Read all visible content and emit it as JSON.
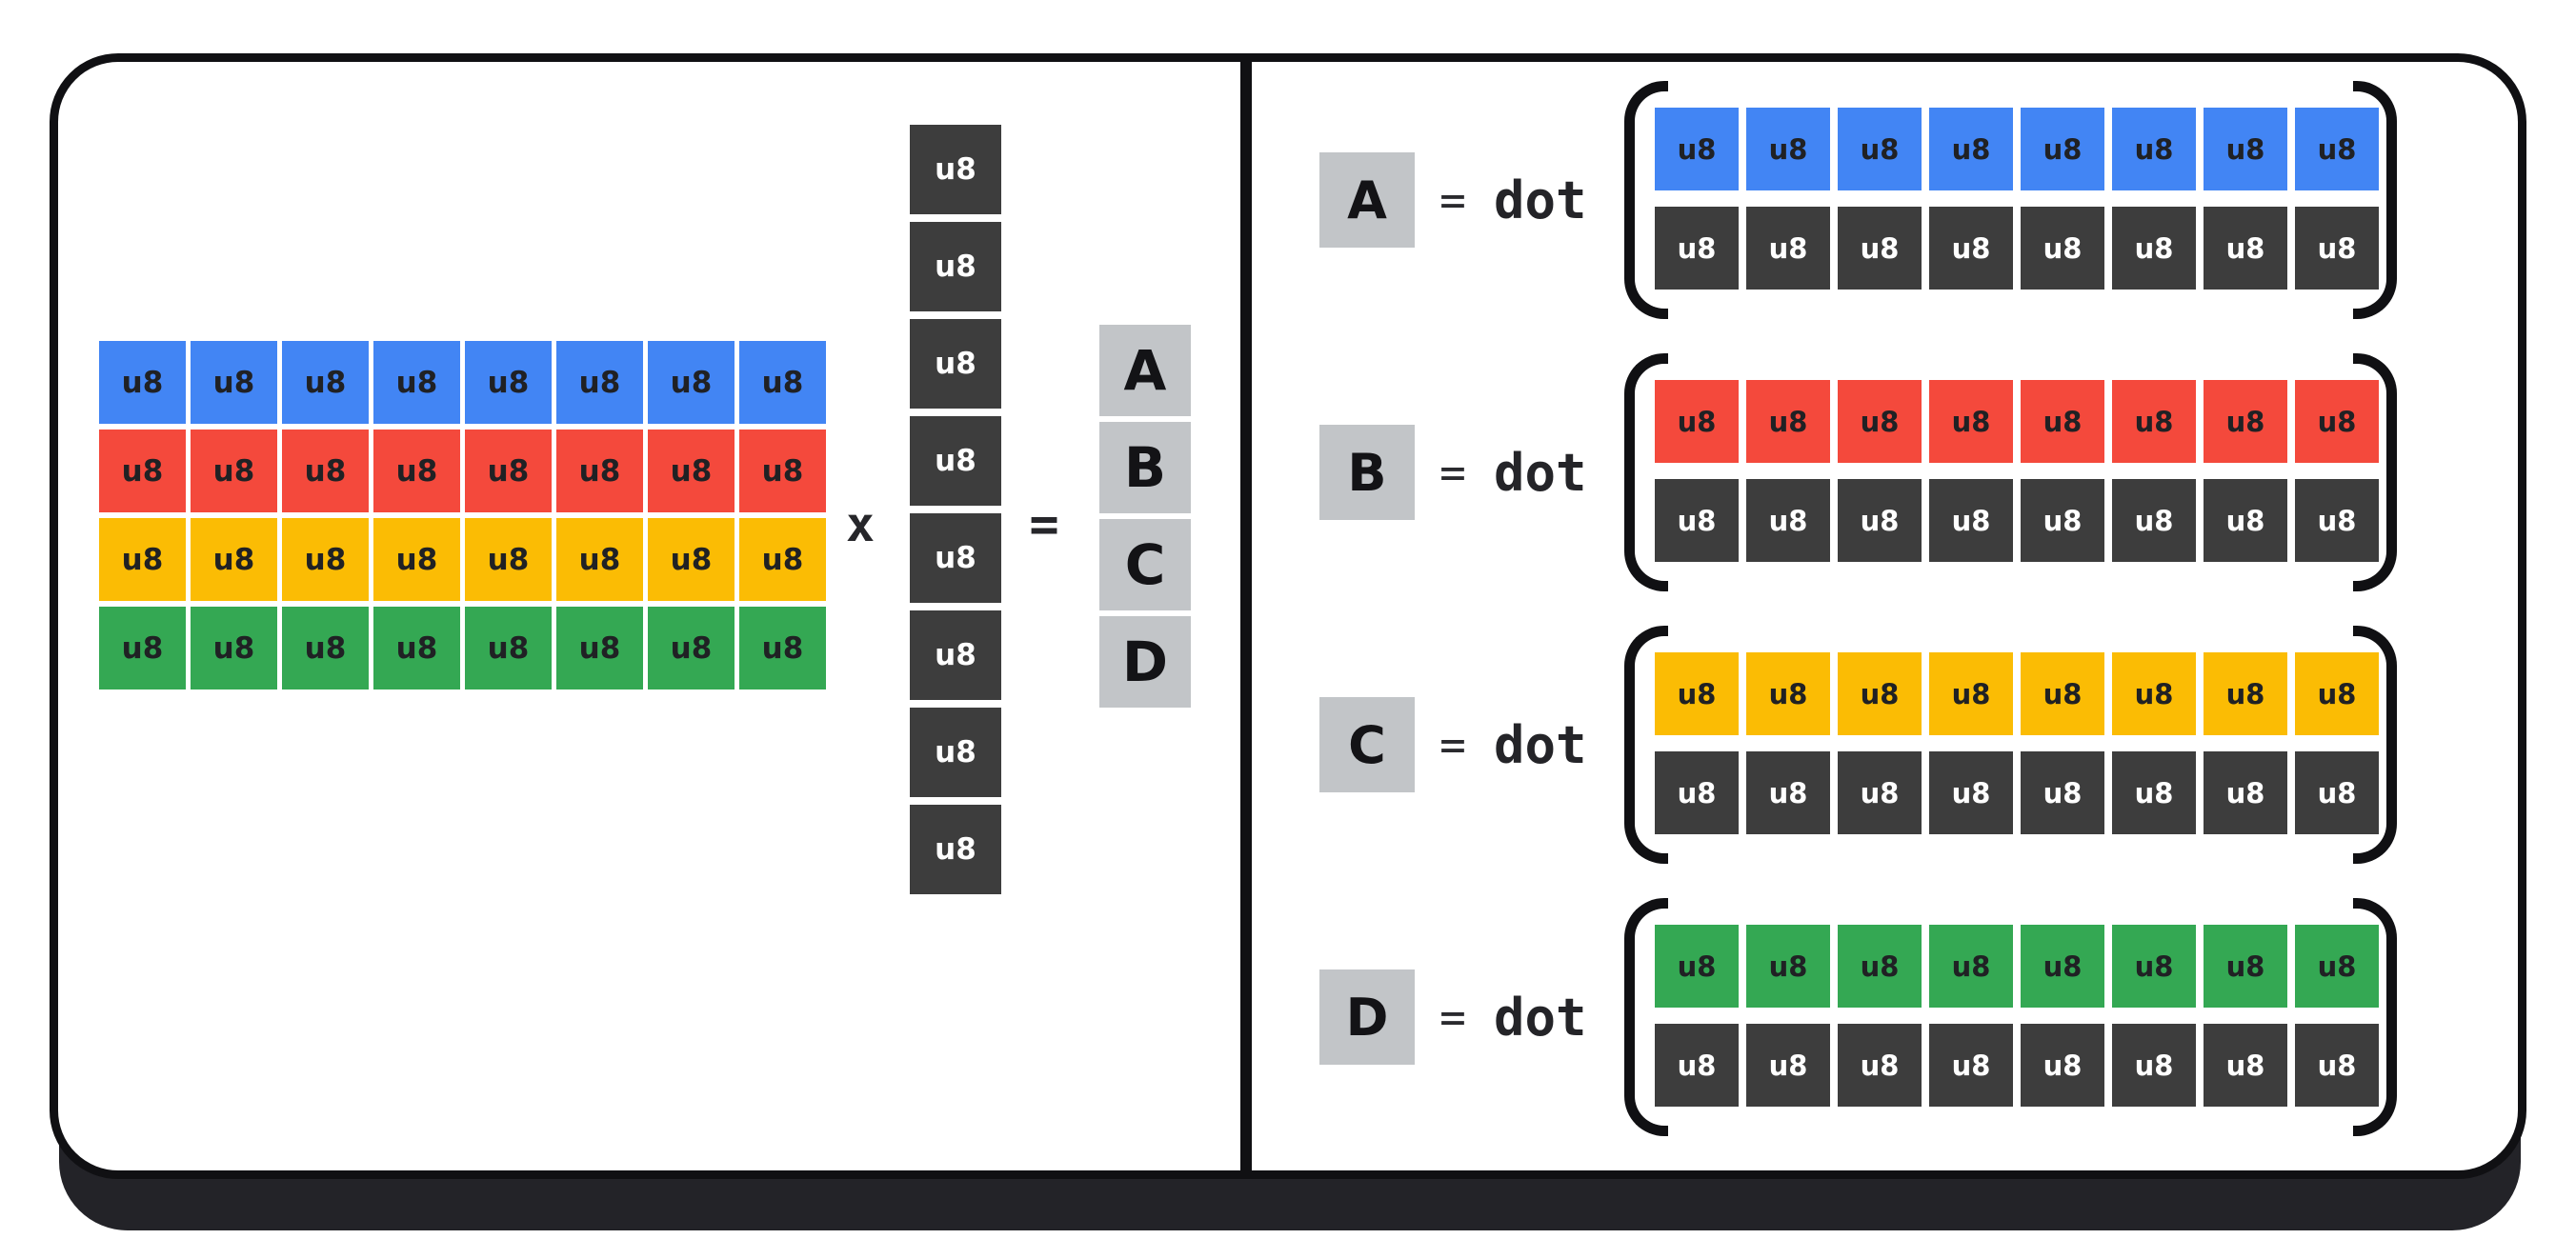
{
  "palette": {
    "blue": "#4285F4",
    "red": "#F4493C",
    "yellow": "#FBBC04",
    "green": "#34A853",
    "dark_cell": "#3D3D3D",
    "result_box": "#C2C5C8",
    "outline": "#101013",
    "shadow": "#232328"
  },
  "left_panel": {
    "matrix_rows": [
      {
        "name": "blue-row",
        "color": "#4285F4",
        "cells": [
          "u8",
          "u8",
          "u8",
          "u8",
          "u8",
          "u8",
          "u8",
          "u8"
        ]
      },
      {
        "name": "red-row",
        "color": "#F4493C",
        "cells": [
          "u8",
          "u8",
          "u8",
          "u8",
          "u8",
          "u8",
          "u8",
          "u8"
        ]
      },
      {
        "name": "yellow-row",
        "color": "#FBBC04",
        "cells": [
          "u8",
          "u8",
          "u8",
          "u8",
          "u8",
          "u8",
          "u8",
          "u8"
        ]
      },
      {
        "name": "green-row",
        "color": "#34A853",
        "cells": [
          "u8",
          "u8",
          "u8",
          "u8",
          "u8",
          "u8",
          "u8",
          "u8"
        ]
      }
    ],
    "multiply_symbol": "x",
    "equals_symbol": "=",
    "vector": {
      "color": "#3D3D3D",
      "cells": [
        "u8",
        "u8",
        "u8",
        "u8",
        "u8",
        "u8",
        "u8",
        "u8"
      ]
    },
    "result_labels": [
      "A",
      "B",
      "C",
      "D"
    ]
  },
  "right_panel": {
    "groups": [
      {
        "label": "A",
        "equals": "=",
        "function": "dot",
        "color": "#4285F4",
        "row_cells": [
          "u8",
          "u8",
          "u8",
          "u8",
          "u8",
          "u8",
          "u8",
          "u8"
        ],
        "weight_cells": [
          "u8",
          "u8",
          "u8",
          "u8",
          "u8",
          "u8",
          "u8",
          "u8"
        ]
      },
      {
        "label": "B",
        "equals": "=",
        "function": "dot",
        "color": "#F4493C",
        "row_cells": [
          "u8",
          "u8",
          "u8",
          "u8",
          "u8",
          "u8",
          "u8",
          "u8"
        ],
        "weight_cells": [
          "u8",
          "u8",
          "u8",
          "u8",
          "u8",
          "u8",
          "u8",
          "u8"
        ]
      },
      {
        "label": "C",
        "equals": "=",
        "function": "dot",
        "color": "#FBBC04",
        "row_cells": [
          "u8",
          "u8",
          "u8",
          "u8",
          "u8",
          "u8",
          "u8",
          "u8"
        ],
        "weight_cells": [
          "u8",
          "u8",
          "u8",
          "u8",
          "u8",
          "u8",
          "u8",
          "u8"
        ]
      },
      {
        "label": "D",
        "equals": "=",
        "function": "dot",
        "color": "#34A853",
        "row_cells": [
          "u8",
          "u8",
          "u8",
          "u8",
          "u8",
          "u8",
          "u8",
          "u8"
        ],
        "weight_cells": [
          "u8",
          "u8",
          "u8",
          "u8",
          "u8",
          "u8",
          "u8",
          "u8"
        ]
      }
    ]
  }
}
